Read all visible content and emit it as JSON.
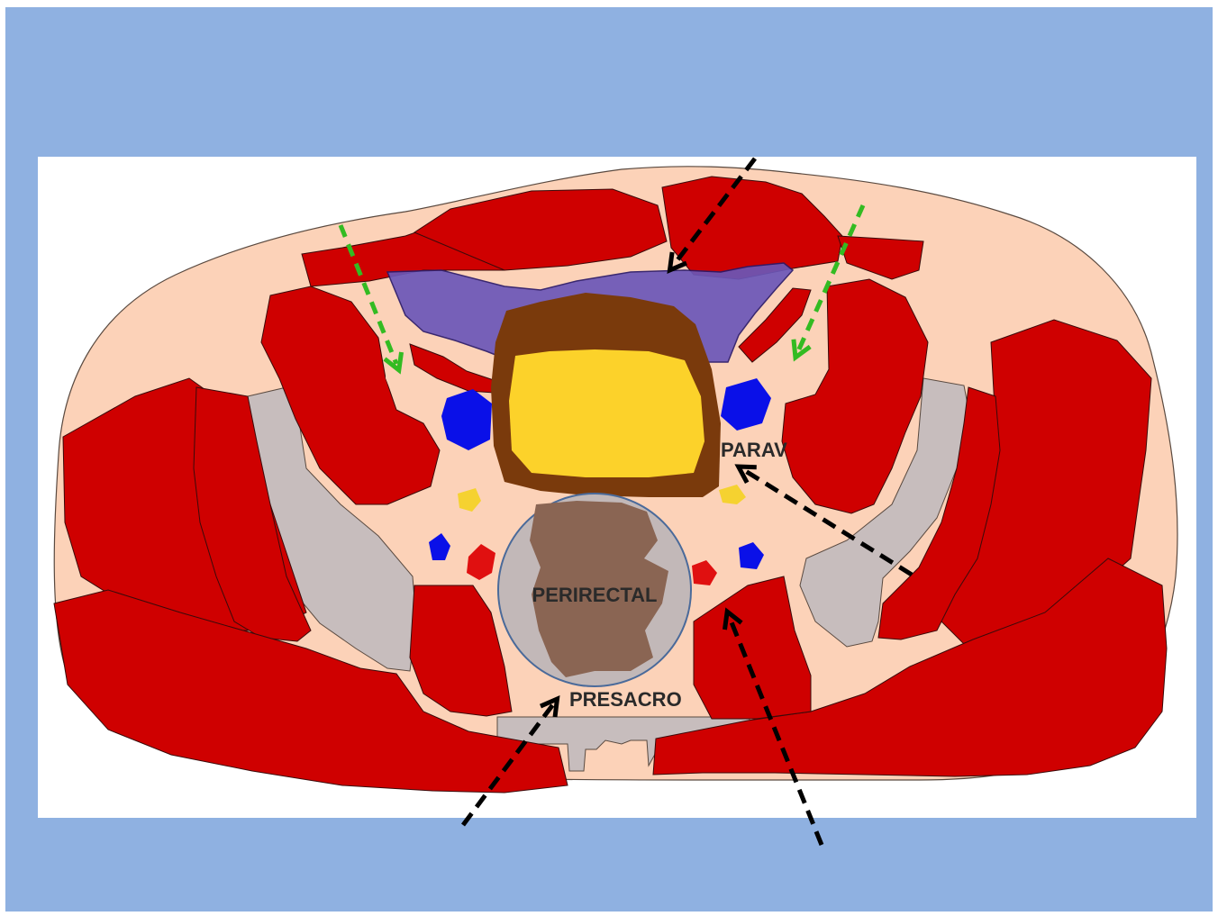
{
  "labels": {
    "perirectal": "PERIRECTAL",
    "presacro": "PRESACRO",
    "parav": "PARAV"
  },
  "colors": {
    "background_frame": "#8fb1e1",
    "panel": "#ffffff",
    "body_fat": "#fcd2b8",
    "muscle": "#cf0000",
    "bone": "#c7bdbd",
    "bladder_wall": "#6b57b8",
    "uterus_wall": "#7a3a0c",
    "uterus_core": "#fcd22a",
    "rectum": "#8a6553",
    "perirectal_circle": "#c2b8b8",
    "vein": "#0a10e8",
    "artery": "#e01010",
    "ureter": "#f5d230",
    "arrow_black": "#000000",
    "arrow_green": "#33bb22"
  }
}
